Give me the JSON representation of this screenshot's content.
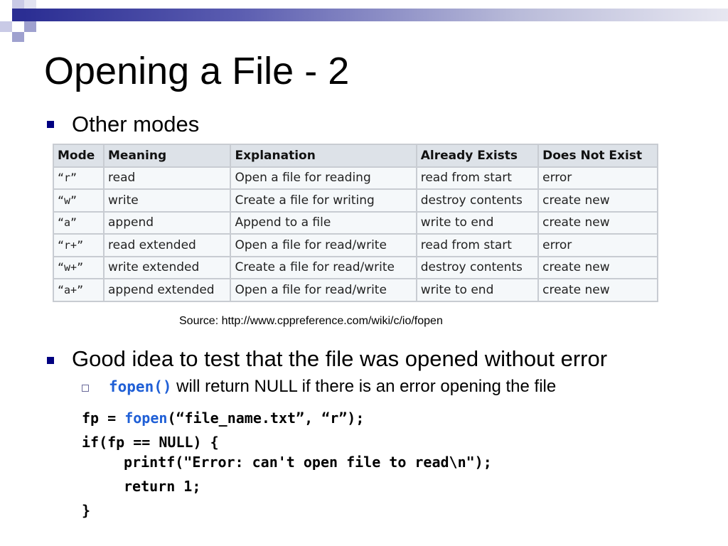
{
  "slide": {
    "title": "Opening a File - 2",
    "bullet1": "Other modes",
    "table": {
      "headers": [
        "Mode",
        "Meaning",
        "Explanation",
        "Already Exists",
        "Does Not Exist"
      ],
      "rows": [
        [
          "“r”",
          "read",
          "Open a file for reading",
          "read from start",
          "error"
        ],
        [
          "“w”",
          "write",
          "Create a file for writing",
          "destroy contents",
          "create new"
        ],
        [
          "“a”",
          "append",
          "Append to a file",
          "write to end",
          "create new"
        ],
        [
          "“r+”",
          "read extended",
          "Open a file for read/write",
          "read from start",
          "error"
        ],
        [
          "“w+”",
          "write extended",
          "Create a file for read/write",
          "destroy contents",
          "create new"
        ],
        [
          "“a+”",
          "append extended",
          "Open a file for read/write",
          "write to end",
          "create new"
        ]
      ]
    },
    "source": "Source: http://www.cppreference.com/wiki/c/io/fopen",
    "bullet2": "Good idea to test that the file was opened without error",
    "sub_bullet": {
      "function": "fopen()",
      "text": " will return NULL if there is an error opening the file"
    },
    "code": {
      "line1_pre": "fp = ",
      "line1_fn": "fopen",
      "line1_post": "(“file_name.txt”, “r”);",
      "line2": "if(fp == NULL) {",
      "line3": "printf(\"Error: can't open file to read\\n\");",
      "line4": "return 1;",
      "line5": "}"
    }
  },
  "colors": {
    "bullet": "#000080",
    "code_keyword": "#1f5fd6",
    "table_header": "#dde2e8",
    "table_border": "#c8ccd2",
    "top_bar": "#2b2e93"
  }
}
